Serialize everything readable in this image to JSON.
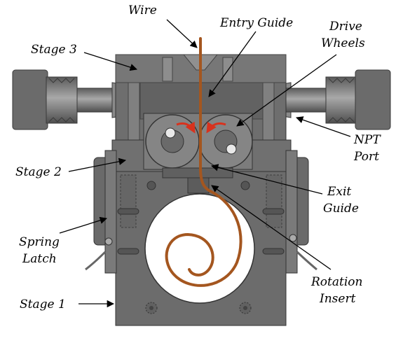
{
  "labels": {
    "wire": "Wire",
    "entry_guide": "Entry Guide",
    "drive_wheels_line1": "Drive",
    "drive_wheels_line2": "Wheels",
    "stage3": "Stage 3",
    "npt_port_line1": "NPT",
    "npt_port_line2": "Port",
    "stage2": "Stage 2",
    "exit_guide_line1": "Exit",
    "exit_guide_line2": "Guide",
    "spring_latch_line1": "Spring",
    "spring_latch_line2": "Latch",
    "rotation_insert_line1": "Rotation",
    "rotation_insert_line2": "Insert",
    "stage1": "Stage 1"
  },
  "colors": {
    "body": "#6e6e6e",
    "body_dark": "#555555",
    "body_light": "#9a9a9a",
    "fitting": "#8a8a8a",
    "wire": "#a4561f",
    "rotation_arrow": "#d8321d",
    "cavity": "#ffffff"
  }
}
